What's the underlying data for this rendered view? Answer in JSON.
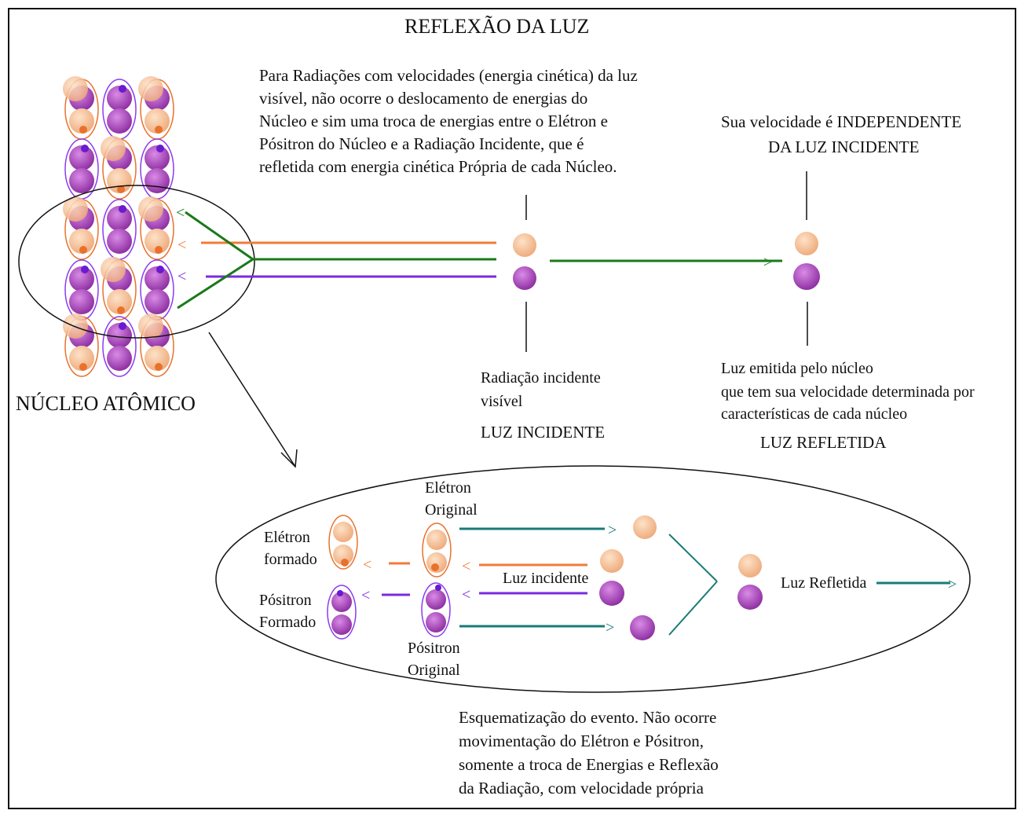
{
  "title": "REFLEXÃO DA LUZ",
  "intro_text": [
    "Para Radiações com velocidades (energia cinética) da luz",
    "visível, não ocorre o deslocamento de energias do",
    "Núcleo e sim uma troca de energias entre o Elétron e",
    "Pósitron do Núcleo e a Radiação Incidente, que é",
    "refletida com energia cinética Própria de cada Núcleo."
  ],
  "velocity_note": [
    "Sua velocidade é INDEPENDENTE",
    "DA LUZ   INCIDENTE"
  ],
  "nucleus_label": "NÚCLEO ATÔMICO",
  "incident": {
    "description": [
      "Radiação incidente",
      "visível"
    ],
    "label": "LUZ INCIDENTE"
  },
  "reflected": {
    "description": [
      "Luz emitida pelo núcleo",
      "que tem sua velocidade determinada por",
      "características de cada núcleo"
    ],
    "label": "LUZ REFLETIDA"
  },
  "detail": {
    "electron_formed": [
      "Elétron",
      "formado"
    ],
    "positron_formed": [
      "Pósitron",
      "Formado"
    ],
    "electron_original": [
      "Elétron",
      "Original"
    ],
    "positron_original": [
      "Pósitron",
      "Original"
    ],
    "incident_light": "Luz incidente",
    "reflected_light": "Luz Refletida"
  },
  "caption": [
    "Esquematização do evento. Não ocorre",
    "movimentação do Elétron e Pósitron,",
    "somente a troca de Energias e Reflexão",
    "da Radiação, com velocidade própria"
  ],
  "arrow_glyphs": {
    "left": "<",
    "right": ">"
  },
  "colors": {
    "electron": "#f2b98a",
    "electron_outline": "#e8722c",
    "positron": "#a04ab3",
    "positron_outline": "#8a3cf0",
    "incident_orange": "#f07b3a",
    "incident_green": "#1a7a1a",
    "incident_purple": "#7a2be0",
    "reflected_teal": "#1a7a78"
  }
}
